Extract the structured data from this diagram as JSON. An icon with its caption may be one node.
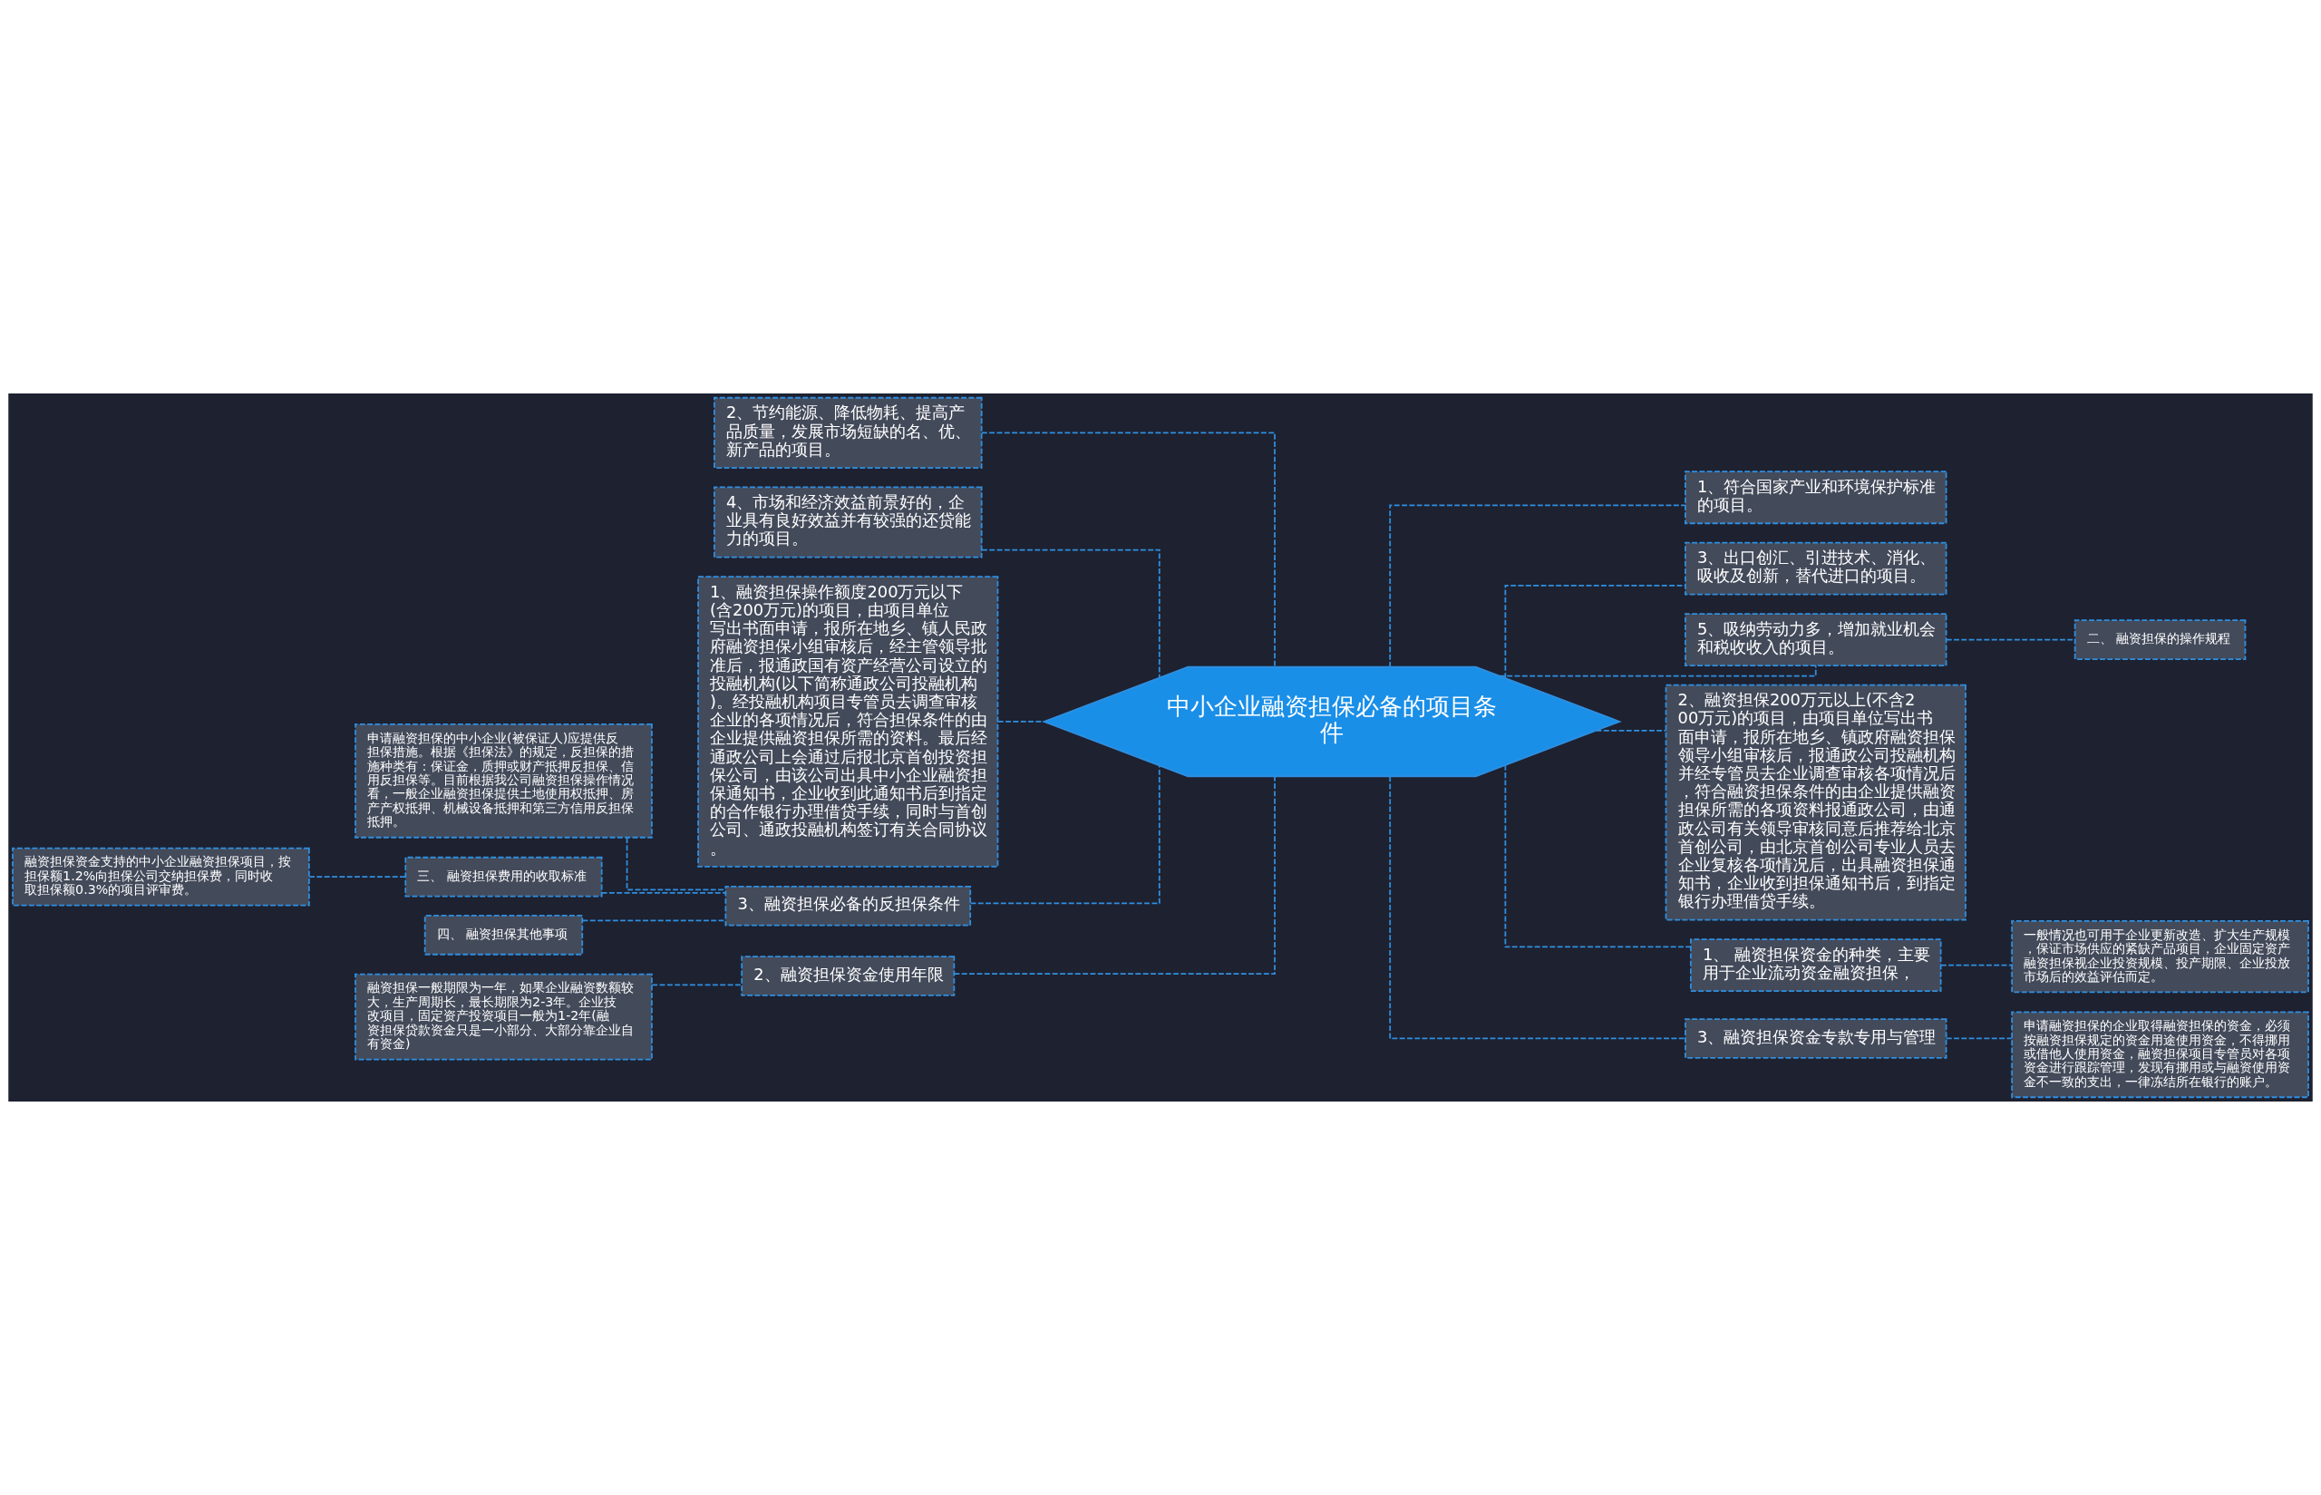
{
  "diagram": {
    "nodes": [
      {
        "text": [
          "中小企业融资担保必备的项目条件"
        ]
      },
      {
        "text": [
          "2、节约能源、降低物耗、提高产品质量，发展市场短缺的名、优、新产品的项目。"
        ]
      },
      {
        "text": [
          "4、市场和经济效益前景好的，企业具有良好效益并有较强的还贷能力的项目。"
        ]
      },
      {
        "text": [
          "1、融资担保操作额度200万元以下(含200万元)的项目，由项目单位写出书面申请，报所在地乡、镇人民政府融资担保小组审核后，经主管领导批准后，报通政国有资产经营公司设立的投融机构(以下简称通政公司投融机构)。经投融机构项目专管员去调查审核企业的各项情况后，符合担保条件的由企业提供融资担保所需的资料。最后经通政公司上会通过后报北京首创投资担保公司，由该公司出具中小企业融资担保通知书，企业收到此通知书后到指定的合作银行办理借贷手续，同时与首创公司、通政投融机构签订有关合同协议。"
        ]
      },
      {
        "text": [
          "3、融资担保必备的反担保条件"
        ]
      },
      {
        "text": [
          "申请融资担保的中小企业(被保证人)应提供反担保措施。根据《担保法》的规定，反担保的措施种类有：保证金，质押或财产抵押反担保、信用反担保等。目前根据我公司融资担保操作情况看，一般企业融资担保提供土地使用权抵押、房产产权抵押、机械设备抵押和第三方信用反担保抵押。"
        ]
      },
      {
        "text": [
          "三、 融资担保费用的收取标准"
        ]
      },
      {
        "text": [
          "融资担保资金支持的中小企业融资担保项目，按担保额1.2%向担保公司交纳担保费，同时收取担保额0.3%的项目评审费。"
        ]
      },
      {
        "text": [
          "四、 融资担保其他事项"
        ]
      },
      {
        "text": [
          "2、融资担保资金使用年限"
        ]
      },
      {
        "text": [
          "融资担保一般期限为一年，如果企业融资数额较大，生产周期长，最长期限为2-3年。企业技改项目，固定资产投资项目一般为1-2年(融资担保贷款资金只是一小部分、大部分靠企业自有资金)"
        ]
      },
      {
        "text": [
          "1、符合国家产业和环境保护标准的项目。"
        ]
      },
      {
        "text": [
          "3、出口创汇、引进技术、消化、吸收及创新，替代进口的项目。"
        ]
      },
      {
        "text": [
          "5、吸纳劳动力多，增加就业机会和税收收入的项目。"
        ]
      },
      {
        "text": [
          "二、 融资担保的操作规程"
        ]
      },
      {
        "text": [
          "2、融资担保200万元以上(不含200万元)的项目，由项目单位写出书面申请，报所在地乡、镇政府融资担保领导小组审核后，报通政公司投融机构并经专管员去企业调查审核各项情况后，符合融资担保条件的由企业提供融资担保所需的各项资料报通政公司，由通政公司有关领导审核同意后推荐给北京首创公司，由北京首创公司专业人员去企业复核各项情况后，出具融资担保通知书，企业收到担保通知书后，到指定银行办理借贷手续。"
        ]
      },
      {
        "text": [
          "1、 融资担保资金的种类，主要用于企业流动资金融资担保，"
        ]
      },
      {
        "text": [
          "一般情况也可用于企业更新改造、扩大生产规模，保证市场供应的紧缺产品项目，企业固定资产融资担保视企业投资规模、投产期限、企业投放市场后的效益评估而定。"
        ]
      },
      {
        "text": [
          "3、融资担保资金专款专用与管理"
        ]
      },
      {
        "text": [
          "申请融资担保的企业取得融资担保的资金，必须按融资担保规定的资金用途使用资金，不得挪用或借他人使用资金，融资担保项目专管员对各项资金进行跟踪管理，发现有挪用或与融资使用资金不一致的支出，一律冻结所在银行的账户。"
        ]
      }
    ],
    "edges": [
      {
        "from": 0,
        "to": 1,
        "arrow": "none",
        "style": "dashed"
      },
      {
        "from": 0,
        "to": 2,
        "arrow": "none",
        "style": "dashed"
      },
      {
        "from": 0,
        "to": 3,
        "arrow": "none",
        "style": "dashed"
      },
      {
        "from": 0,
        "to": 4,
        "arrow": "none",
        "style": "dashed"
      },
      {
        "from": 4,
        "to": 5,
        "arrow": "none",
        "style": "dashed"
      },
      {
        "from": 4,
        "to": 6,
        "arrow": "none",
        "style": "dashed"
      },
      {
        "from": 6,
        "to": 7,
        "arrow": "none",
        "style": "dashed"
      },
      {
        "from": 4,
        "to": 8,
        "arrow": "none",
        "style": "dashed"
      },
      {
        "from": 0,
        "to": 9,
        "arrow": "none",
        "style": "dashed"
      },
      {
        "from": 9,
        "to": 10,
        "arrow": "none",
        "style": "dashed"
      },
      {
        "from": 0,
        "to": 11,
        "arrow": "none",
        "style": "dashed"
      },
      {
        "from": 0,
        "to": 12,
        "arrow": "none",
        "style": "dashed"
      },
      {
        "from": 0,
        "to": 13,
        "arrow": "none",
        "style": "dashed"
      },
      {
        "from": 13,
        "to": 14,
        "arrow": "none",
        "style": "dashed"
      },
      {
        "from": 0,
        "to": 15,
        "arrow": "none",
        "style": "dashed"
      },
      {
        "from": 0,
        "to": 16,
        "arrow": "none",
        "style": "dashed"
      },
      {
        "from": 16,
        "to": 17,
        "arrow": "none",
        "style": "dashed"
      },
      {
        "from": 0,
        "to": 18,
        "arrow": "none",
        "style": "dashed"
      },
      {
        "from": 18,
        "to": 19,
        "arrow": "none",
        "style": "dashed"
      }
    ]
  }
}
